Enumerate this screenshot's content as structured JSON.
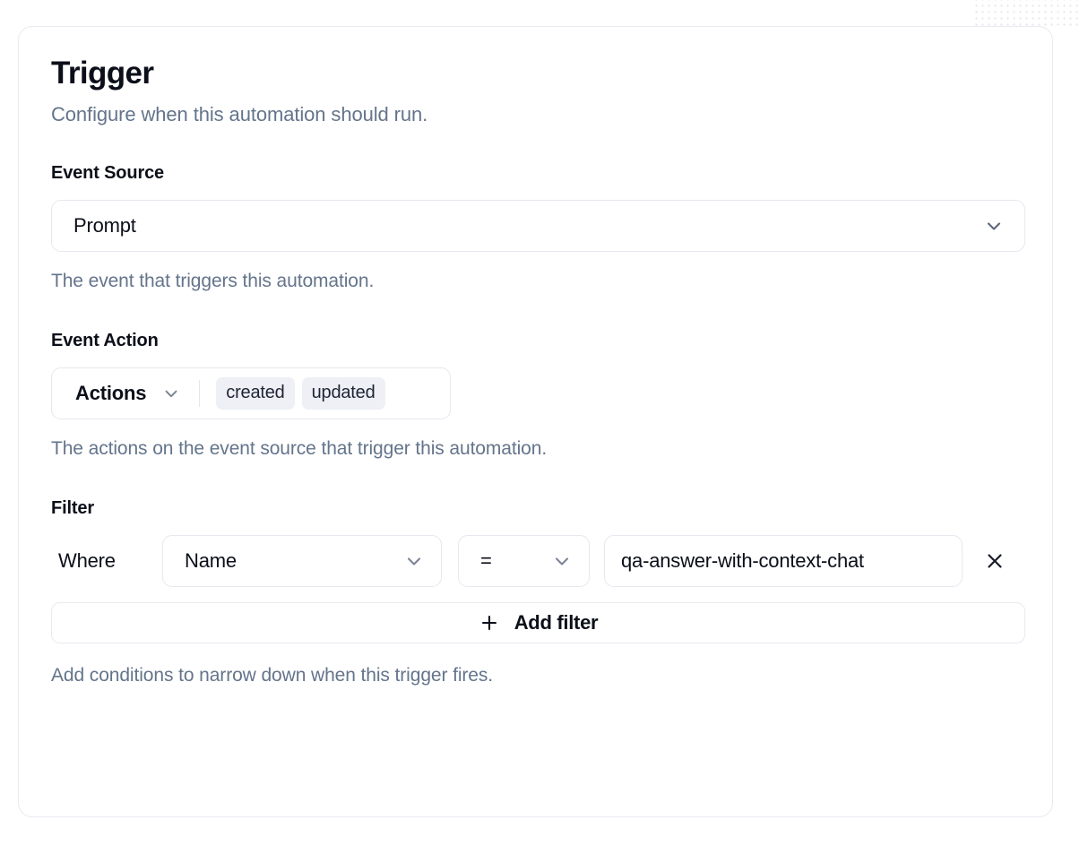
{
  "card": {
    "title": "Trigger",
    "subtitle": "Configure when this automation should run."
  },
  "event_source": {
    "label": "Event Source",
    "value": "Prompt",
    "help": "The event that triggers this automation.",
    "chevron_icon": "chevron-down-icon"
  },
  "event_action": {
    "label": "Event Action",
    "trigger_label": "Actions",
    "chips": [
      "created",
      "updated"
    ],
    "help": "The actions on the event source that trigger this automation.",
    "chevron_icon": "chevron-down-icon"
  },
  "filter": {
    "label": "Filter",
    "where_label": "Where",
    "field_value": "Name",
    "operator_value": "=",
    "value": "qa-answer-with-context-chat",
    "remove_icon": "close-icon",
    "add_icon": "plus-icon",
    "add_label": "Add filter",
    "help": "Add conditions to narrow down when this trigger fires."
  },
  "colors": {
    "text_primary": "#0b0f19",
    "text_muted": "#64748b",
    "border": "#e8eaef",
    "chip_bg": "#eef0f6",
    "card_bg": "#ffffff"
  }
}
